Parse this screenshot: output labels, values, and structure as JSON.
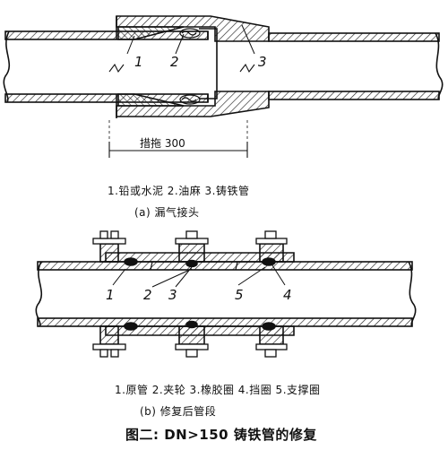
{
  "diagram_a": {
    "part_numbers": [
      "1",
      "2",
      "3"
    ],
    "dimension_text": "措拖 300",
    "legend": "1.铅或水泥  2.油麻  3.铸铁管",
    "caption": "(a)  漏气接头"
  },
  "diagram_b": {
    "part_numbers": [
      "1",
      "2",
      "3",
      "5",
      "4"
    ],
    "legend": "1.原管  2.夹轮  3.橡胶圈  4.挡圈  5.支撑圈",
    "caption": "(b) 修复后管段"
  },
  "figure_title": "图二: DN>150 铸铁管的修复"
}
